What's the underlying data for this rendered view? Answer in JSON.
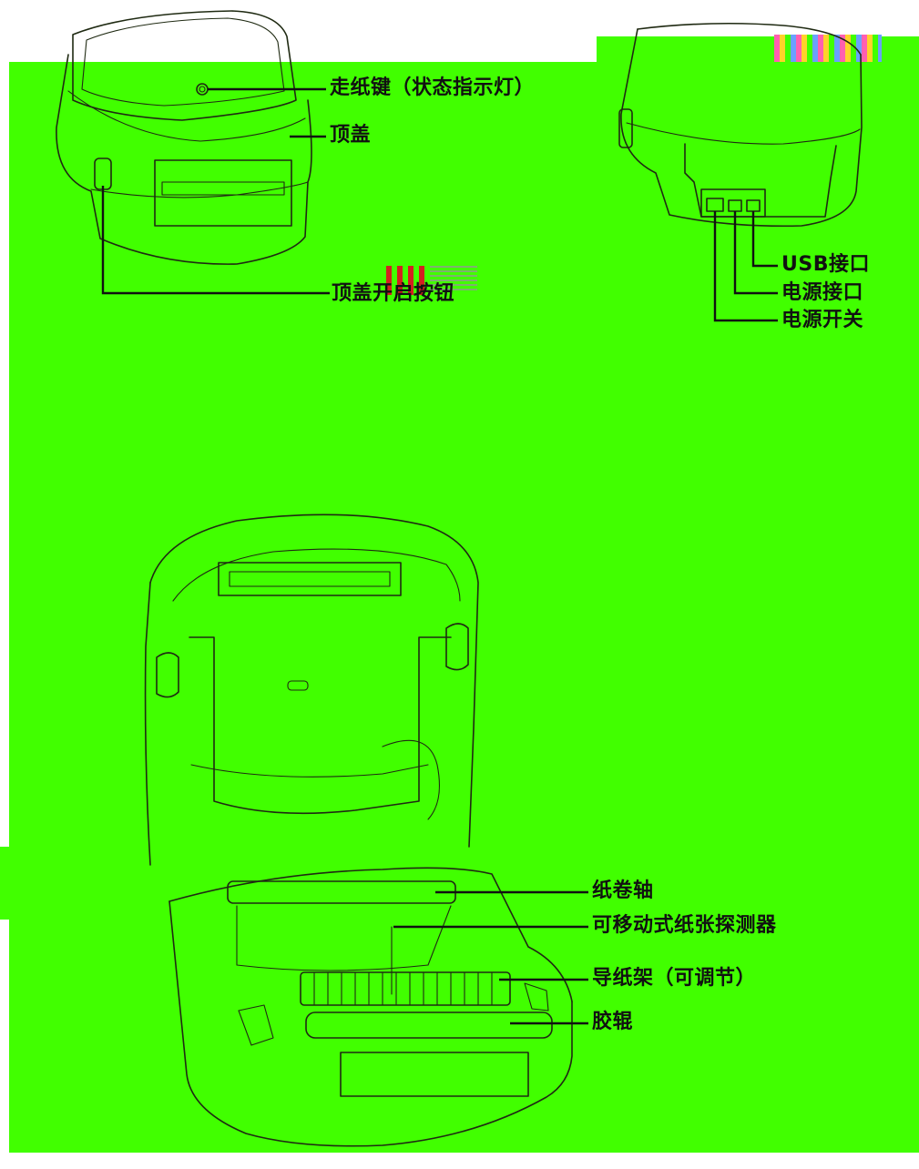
{
  "colors": {
    "background": "#41ff00",
    "lines": "#1f2a12",
    "label_text": "#111111"
  },
  "labels": {
    "feed_key": "走纸键（状态指示灯）",
    "top_cover": "顶盖",
    "cover_open_button": "顶盖开启按钮",
    "usb_port": "USB接口",
    "power_port": "电源接口",
    "power_switch": "电源开关",
    "paper_roll_shaft": "纸卷轴",
    "movable_paper_sensor": "可移动式纸张探测器",
    "paper_guide": "导纸架（可调节）",
    "rubber_roller": "胶辊"
  },
  "views": [
    {
      "name": "front-view"
    },
    {
      "name": "rear-view"
    },
    {
      "name": "open-view"
    }
  ]
}
